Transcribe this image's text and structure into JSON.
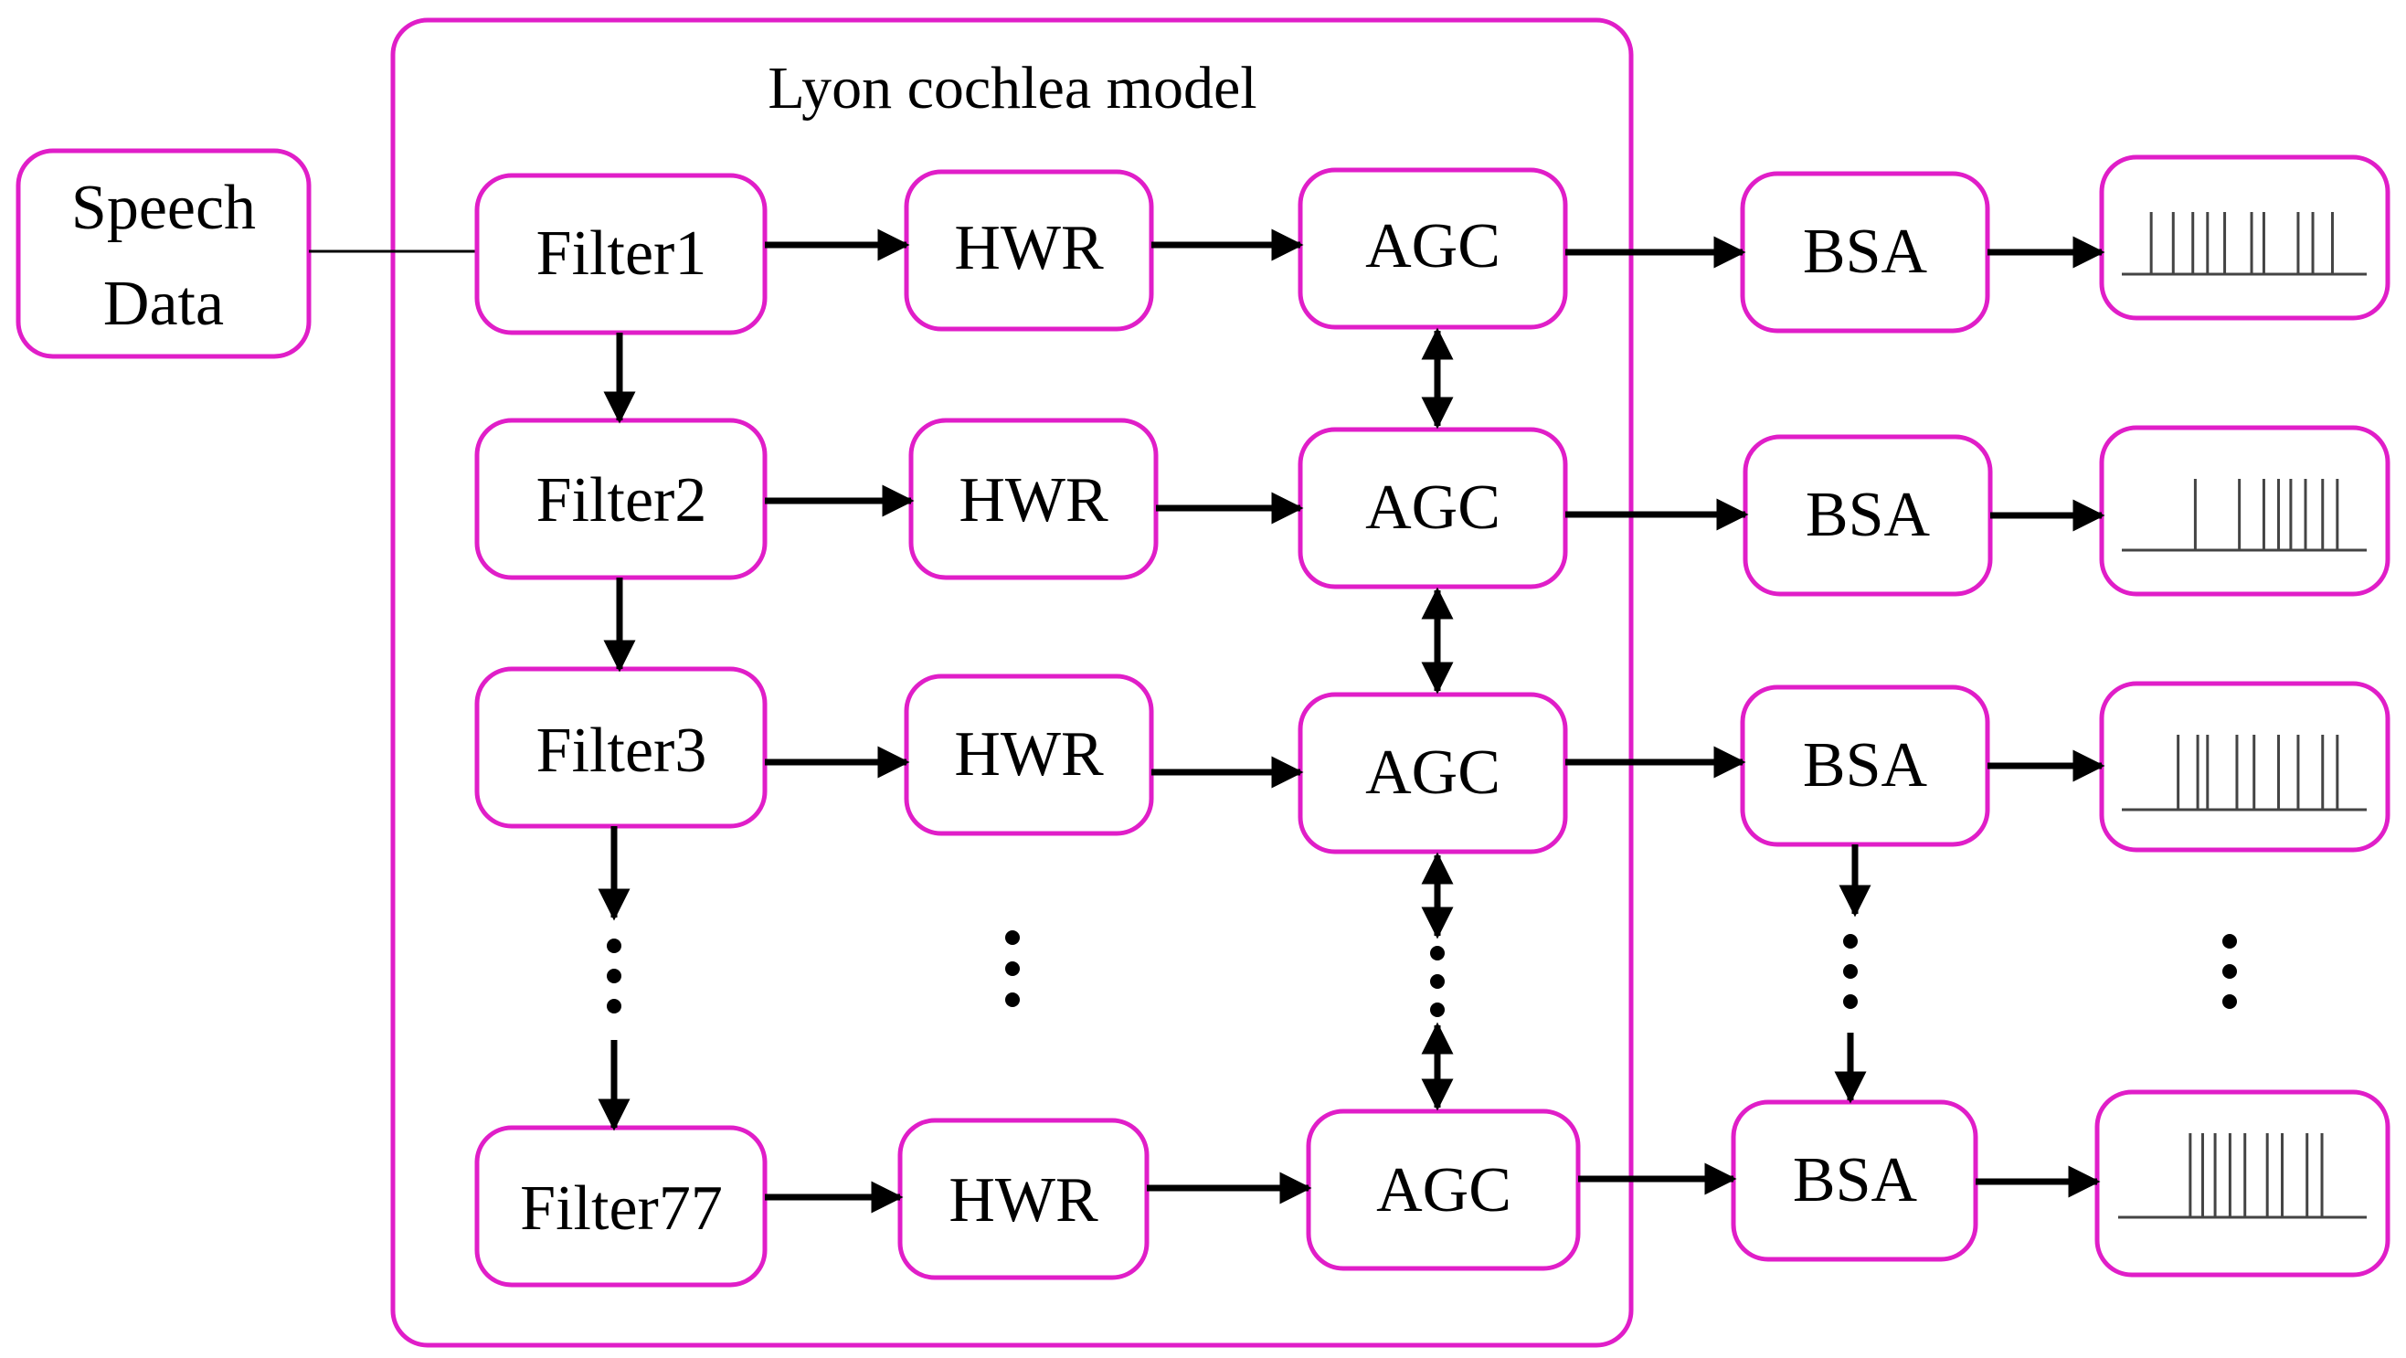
{
  "colors": {
    "accent": "#e01ec8",
    "ink": "#000000",
    "spike": "#444444"
  },
  "title": "Lyon cochlea model",
  "input": {
    "line1": "Speech",
    "line2": "Data"
  },
  "rows": [
    {
      "filter": "Filter1",
      "hwr": "HWR",
      "agc": "AGC",
      "bsa": "BSA",
      "spikes": [
        0.12,
        0.21,
        0.29,
        0.35,
        0.42,
        0.53,
        0.58,
        0.72,
        0.78,
        0.86
      ]
    },
    {
      "filter": "Filter2",
      "hwr": "HWR",
      "agc": "AGC",
      "bsa": "BSA",
      "spikes": [
        0.3,
        0.48,
        0.58,
        0.64,
        0.69,
        0.75,
        0.82,
        0.88
      ]
    },
    {
      "filter": "Filter3",
      "hwr": "HWR",
      "agc": "AGC",
      "bsa": "BSA",
      "spikes": [
        0.23,
        0.31,
        0.35,
        0.47,
        0.54,
        0.64,
        0.72,
        0.82,
        0.88
      ]
    },
    {
      "filter": "Filter77",
      "hwr": "HWR",
      "agc": "AGC",
      "bsa": "BSA",
      "spikes": [
        0.29,
        0.34,
        0.39,
        0.45,
        0.51,
        0.6,
        0.66,
        0.76,
        0.82
      ]
    }
  ]
}
